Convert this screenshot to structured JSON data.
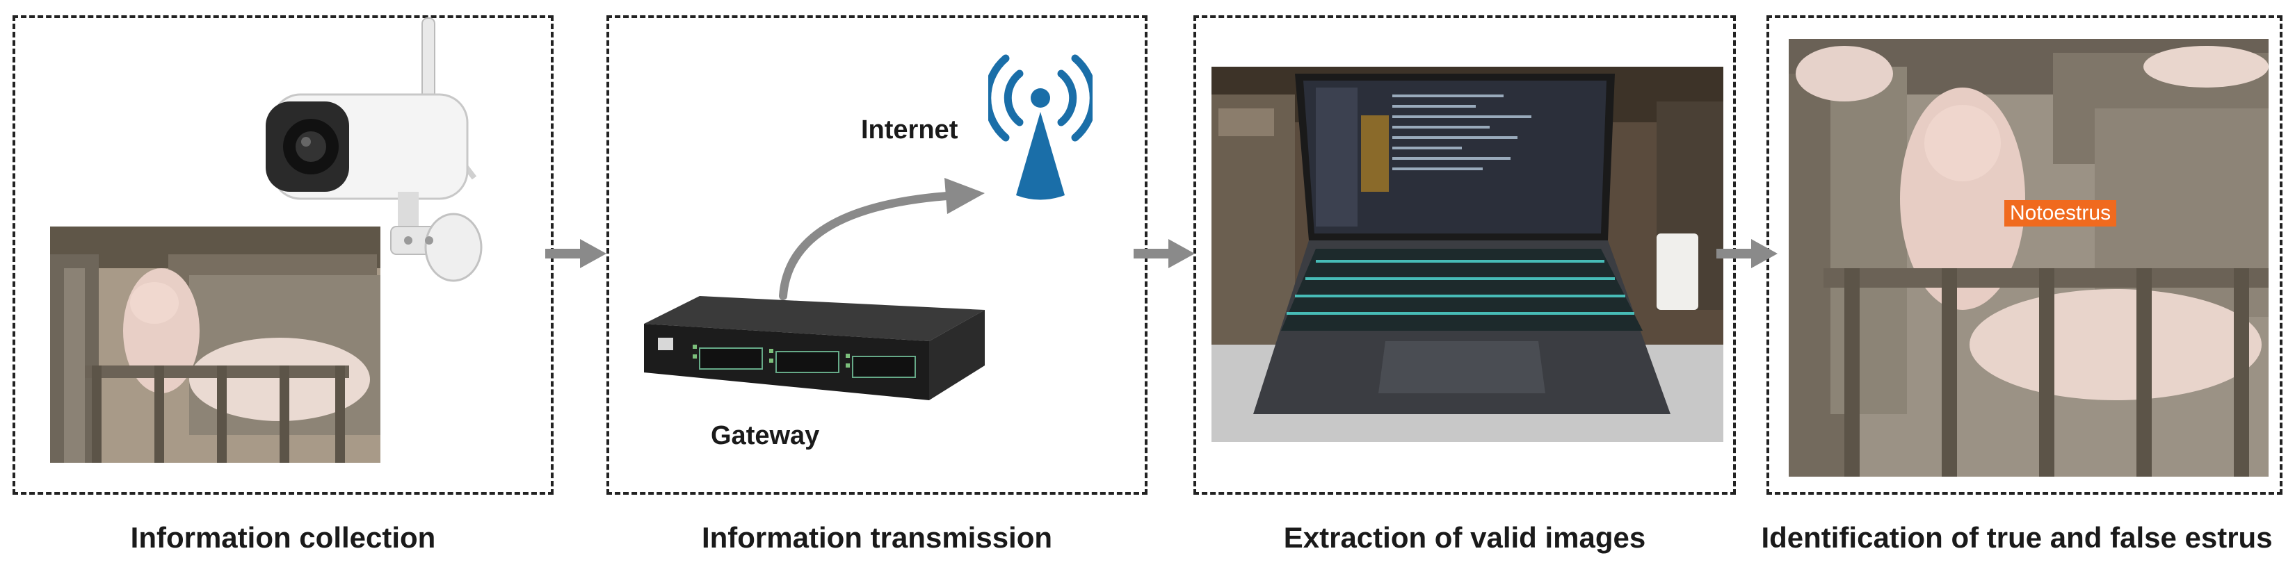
{
  "stages": [
    {
      "caption": "Information collection"
    },
    {
      "caption": "Information transmission",
      "internet_label": "Internet",
      "gateway_label": "Gateway"
    },
    {
      "caption": "Extraction of valid images"
    },
    {
      "caption": "Identification of true and false estrus",
      "detection_tag": "Notoestrus"
    }
  ],
  "icons": [
    "camera-icon",
    "wifi-tower-icon",
    "gateway-router-icon",
    "laptop-icon",
    "flow-arrow-icon"
  ],
  "colors": {
    "wifi": "#1a6ea8",
    "tag": "#f06a1e",
    "arrow": "#8a8a8a"
  }
}
